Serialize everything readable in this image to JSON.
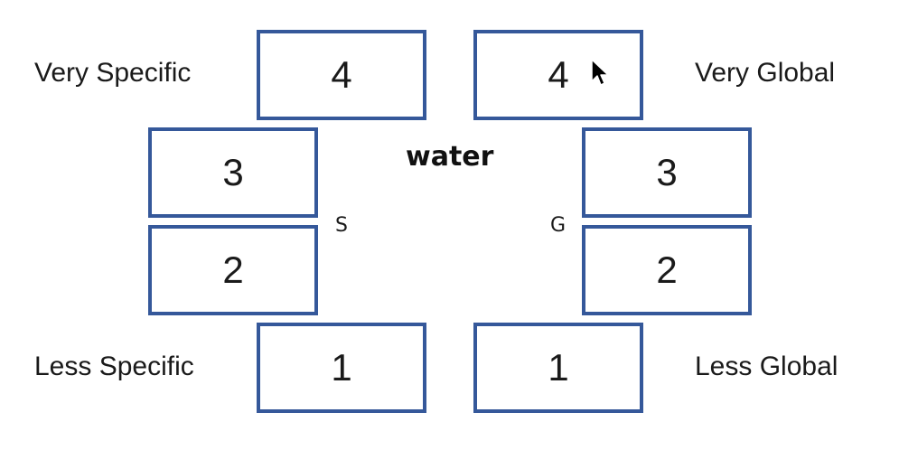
{
  "labels": {
    "very_specific": "Very Specific",
    "less_specific": "Less Specific",
    "very_global": "Very Global",
    "less_global": "Less Global",
    "s": "S",
    "g": "G",
    "center": "water"
  },
  "specific_scale": [
    "4",
    "3",
    "2",
    "1"
  ],
  "global_scale": [
    "4",
    "3",
    "2",
    "1"
  ],
  "colors": {
    "box_border": "#35589a",
    "text": "#1a1a1a"
  },
  "icons": {
    "cursor": "mouse-pointer-icon"
  }
}
